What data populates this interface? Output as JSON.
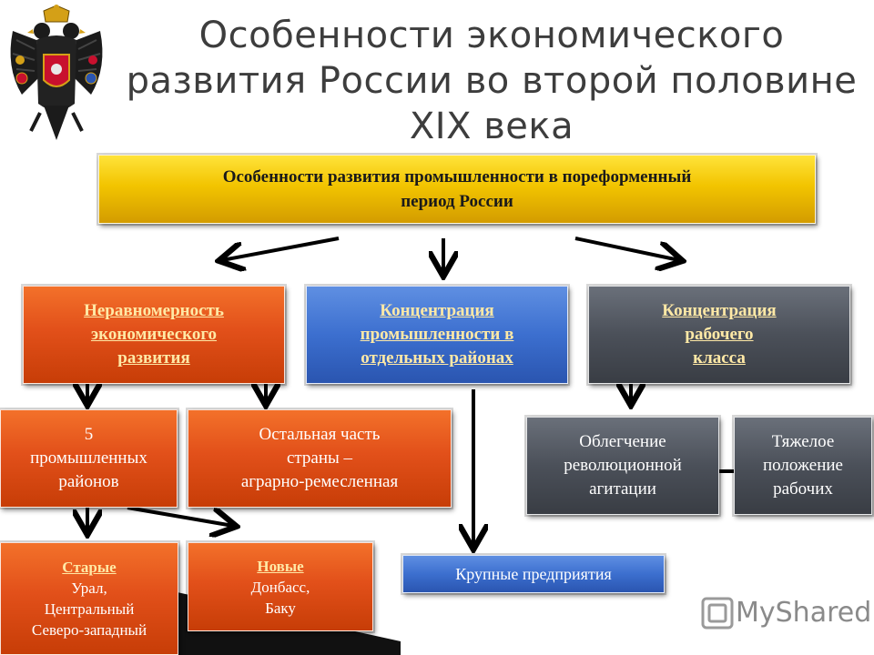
{
  "title": {
    "line1": "Особенности экономического",
    "line2": "развития России во второй половине",
    "line3": "XIX века"
  },
  "top_box": {
    "line1": "Особенности развития промышленности в пореформенный",
    "line2": "период России"
  },
  "box_uneven": {
    "line1": "Неравномерность",
    "line2": "экономического",
    "line3": "развития"
  },
  "box_industry": {
    "line1": "Концентрация",
    "line2": "промышленности в",
    "line3": "отдельных районах"
  },
  "box_workers": {
    "line1": "Концентрация",
    "line2": "рабочего",
    "line3": " класса"
  },
  "box_five": {
    "line1": "5",
    "line2": "промышленных",
    "line3": "районов"
  },
  "box_rest": {
    "line1": "Остальная часть",
    "line2": "страны –",
    "line3": "аграрно-ремесленная"
  },
  "box_revol": {
    "line1": "Облегчение",
    "line2": "революционной",
    "line3": "агитации"
  },
  "box_hard": {
    "line1": "Тяжелое",
    "line2": "положение",
    "line3": "рабочих"
  },
  "box_old": {
    "title": "Старые",
    "line1": "Урал,",
    "line2": "Центральный",
    "line3": "Северо-западный"
  },
  "box_new": {
    "title": "Новые",
    "line1": "Донбасс,",
    "line2": "Баку"
  },
  "box_large": {
    "line1": "Крупные предприятия"
  },
  "logo": {
    "text": "MyShared"
  },
  "colors": {
    "orange": "#e2501a",
    "blue": "#3c6fcf",
    "gray": "#4b5059",
    "gold": "#f2c400"
  }
}
